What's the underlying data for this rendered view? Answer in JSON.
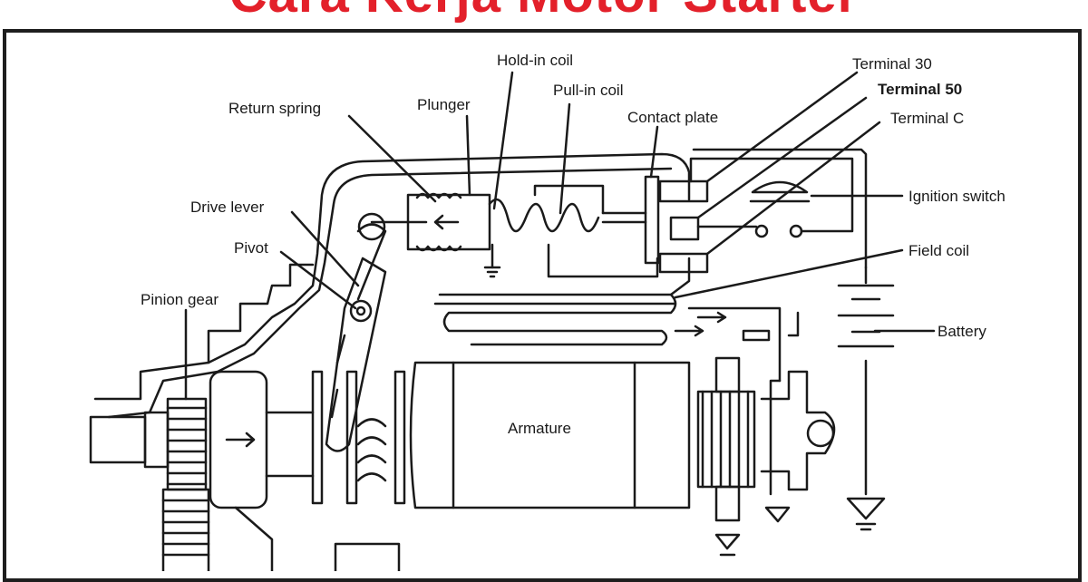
{
  "header": {
    "title": "Cara Kerja Motor Starter"
  },
  "diagram": {
    "labels": {
      "hold_in_coil": "Hold-in coil",
      "pull_in_coil": "Pull-in coil",
      "terminal_30": "Terminal 30",
      "terminal_50": "Terminal 50",
      "terminal_c": "Terminal C",
      "return_spring": "Return spring",
      "plunger": "Plunger",
      "contact_plate": "Contact plate",
      "ignition_switch": "Ignition switch",
      "drive_lever": "Drive lever",
      "pivot": "Pivot",
      "field_coil": "Field coil",
      "pinion_gear": "Pinion gear",
      "battery": "Battery",
      "armature": "Armature"
    }
  }
}
